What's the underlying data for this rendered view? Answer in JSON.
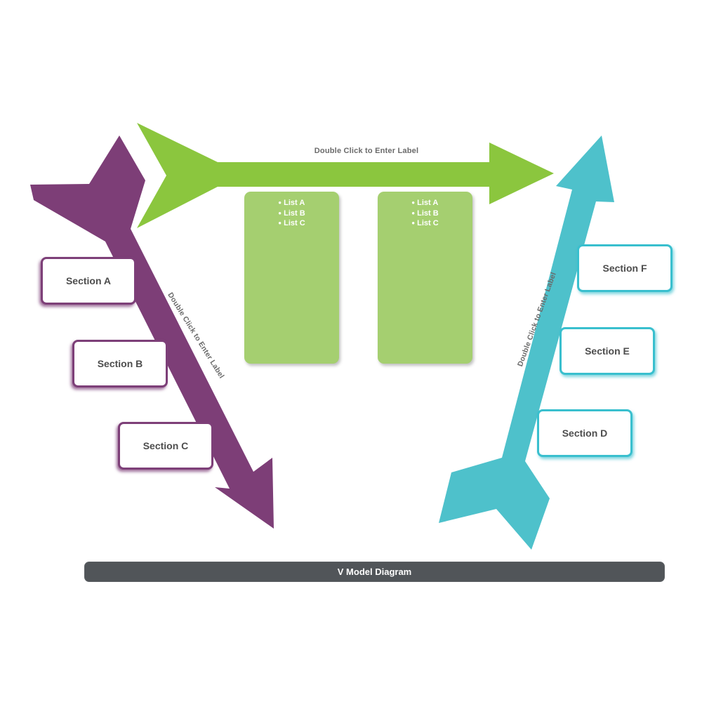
{
  "title": {
    "text": "V Model Diagram"
  },
  "colors": {
    "green_arrow": "#8bc63e",
    "green_panel": "#a5cf70",
    "purple_arrow": "#7d3e77",
    "teal_arrow": "#4ec1cb",
    "teal_border": "#39bfce",
    "title_bar_bg": "#515559",
    "label_gray": "#6a6a6a",
    "section_text": "#4d4d4d"
  },
  "arrows": {
    "top": {
      "label": "Double Click to Enter Label"
    },
    "left": {
      "label": "Double Click to Enter Label"
    },
    "right": {
      "label": "Double Click to Enter Label"
    }
  },
  "bullet": "●",
  "panels": [
    {
      "items": [
        "List A",
        "List B",
        "List C"
      ]
    },
    {
      "items": [
        "List A",
        "List B",
        "List C"
      ]
    }
  ],
  "sections": {
    "left": [
      {
        "label": "Section A"
      },
      {
        "label": "Section B"
      },
      {
        "label": "Section C"
      }
    ],
    "right": [
      {
        "label": "Section F"
      },
      {
        "label": "Section E"
      },
      {
        "label": "Section D"
      }
    ]
  }
}
